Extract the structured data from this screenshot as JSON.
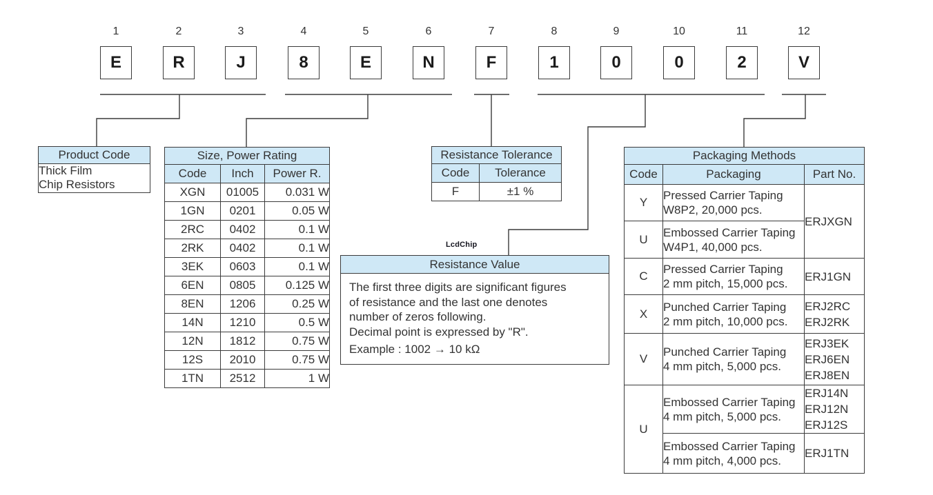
{
  "code_boxes": [
    {
      "num": "1",
      "char": "E"
    },
    {
      "num": "2",
      "char": "R"
    },
    {
      "num": "3",
      "char": "J"
    },
    {
      "num": "4",
      "char": "8"
    },
    {
      "num": "5",
      "char": "E"
    },
    {
      "num": "6",
      "char": "N"
    },
    {
      "num": "7",
      "char": "F"
    },
    {
      "num": "8",
      "char": "1"
    },
    {
      "num": "9",
      "char": "0"
    },
    {
      "num": "10",
      "char": "0"
    },
    {
      "num": "11",
      "char": "2"
    },
    {
      "num": "12",
      "char": "V"
    }
  ],
  "product_code": {
    "title": "Product Code",
    "lines": [
      "Thick Film",
      "Chip Resistors"
    ]
  },
  "size_power": {
    "title": "Size, Power Rating",
    "headers": [
      "Code",
      "Inch",
      "Power R."
    ],
    "rows": [
      [
        "XGN",
        "01005",
        "0.031 W"
      ],
      [
        "1GN",
        "0201",
        "0.05 W"
      ],
      [
        "2RC",
        "0402",
        "0.1 W"
      ],
      [
        "2RK",
        "0402",
        "0.1 W"
      ],
      [
        "3EK",
        "0603",
        "0.1 W"
      ],
      [
        "6EN",
        "0805",
        "0.125 W"
      ],
      [
        "8EN",
        "1206",
        "0.25 W"
      ],
      [
        "14N",
        "1210",
        "0.5 W"
      ],
      [
        "12N",
        "1812",
        "0.75 W"
      ],
      [
        "12S",
        "2010",
        "0.75 W"
      ],
      [
        "1TN",
        "2512",
        "1 W"
      ]
    ]
  },
  "resistance_tolerance": {
    "title": "Resistance Tolerance",
    "headers": [
      "Code",
      "Tolerance"
    ],
    "row": [
      "F",
      "±1 %"
    ]
  },
  "resistance_value": {
    "watermark": "LcdChip",
    "title": "Resistance Value",
    "lines": [
      "The first three digits are significant figures",
      "of resistance and the last one denotes",
      "number of zeros following.",
      "Decimal point is expressed by \"R\"."
    ],
    "example": "Example : 1002 → 10 kΩ"
  },
  "packaging": {
    "title": "Packaging Methods",
    "headers": [
      "Code",
      "Packaging",
      "Part No."
    ],
    "rows": [
      {
        "code": "Y",
        "packaging": [
          "Pressed Carrier Taping",
          "W8P2, 20,000 pcs."
        ],
        "parts": [
          "ERJXGN"
        ]
      },
      {
        "code": "U",
        "packaging": [
          "Embossed Carrier Taping",
          "W4P1, 40,000 pcs."
        ],
        "parts": []
      },
      {
        "code": "C",
        "packaging": [
          "Pressed Carrier Taping",
          "2 mm pitch, 15,000 pcs."
        ],
        "parts": [
          "ERJ1GN"
        ]
      },
      {
        "code": "X",
        "packaging": [
          "Punched Carrier Taping",
          "2 mm pitch, 10,000 pcs."
        ],
        "parts": [
          "ERJ2RC",
          "ERJ2RK"
        ]
      },
      {
        "code": "V",
        "packaging": [
          "Punched Carrier Taping",
          "4 mm pitch, 5,000 pcs."
        ],
        "parts": [
          "ERJ3EK",
          "ERJ6EN",
          "ERJ8EN"
        ]
      },
      {
        "code": "U",
        "packaging": [
          "Embossed Carrier Taping",
          "4 mm pitch, 5,000 pcs."
        ],
        "parts": [
          "ERJ14N",
          "ERJ12N",
          "ERJ12S"
        ]
      },
      {
        "code": "",
        "packaging": [
          "Embossed Carrier Taping",
          "4 mm pitch, 4,000 pcs."
        ],
        "parts": [
          "ERJ1TN"
        ]
      }
    ]
  },
  "colors": {
    "header_blue": "#cfe8f6",
    "border": "#3a3a3a",
    "text": "#333333"
  }
}
